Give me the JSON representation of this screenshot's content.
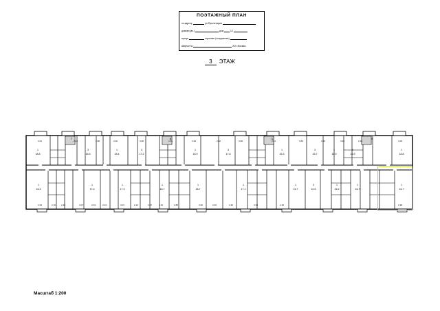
{
  "stamp": {
    "title": "ПОЭТАЖНЫЙ ПЛАН",
    "addr_label": "по адресу:",
    "addr_value": "ул.Пролетарии",
    "house_label": "домовл.(вл.)",
    "dom_label": "дом",
    "dom_value": "12",
    "korpus_label": "корпус",
    "stroenie_label": "строение (сооружение)",
    "kvartal_label": "квартал №",
    "org_label": "АО г.Москвы"
  },
  "floor": {
    "number": "3",
    "label": "ЭТАЖ"
  },
  "scale": "Масштаб 1:200",
  "plan": {
    "upper_rooms": [
      {
        "no": "1",
        "area": "18.8"
      },
      {
        "no": "3",
        "area": "15.5"
      },
      {
        "no": "1",
        "area": "18.4"
      },
      {
        "no": "3",
        "area": "17.2"
      },
      {
        "no": "1",
        "area": "16.9"
      },
      {
        "no": "3",
        "area": "17.8"
      },
      {
        "no": "1",
        "area": "16.3"
      },
      {
        "no": "3",
        "area": "16.7"
      },
      {
        "no": "1",
        "area": "16.9"
      },
      {
        "no": "1",
        "area": "16.9"
      },
      {
        "no": "1",
        "area": "18.8"
      }
    ],
    "lower_rooms": [
      {
        "no": "1",
        "area": "16.3"
      },
      {
        "no": "1",
        "area": "17.2"
      },
      {
        "no": "1",
        "area": "17.3"
      },
      {
        "no": "1",
        "area": "16.7"
      },
      {
        "no": "1",
        "area": "18.7"
      },
      {
        "no": "1",
        "area": "17.1"
      },
      {
        "no": "1",
        "area": "16.7"
      },
      {
        "no": "3",
        "area": "10.5"
      },
      {
        "no": "1",
        "area": "16.2"
      },
      {
        "no": "1",
        "area": "16.7"
      },
      {
        "no": "1",
        "area": "16.7"
      }
    ],
    "dims_top": [
      "3.01",
      "2.43",
      "2.88",
      "2.02",
      "3.86",
      "2.81",
      "3.94",
      "2.82",
      "3.89",
      "2.41",
      "3.84",
      "2.04",
      "3.95",
      "2.28",
      "3.00"
    ],
    "dims_bottom": [
      "3.03",
      "2.16",
      "2.40",
      "3.07",
      "2.34",
      "2.43",
      "3.07",
      "2.12",
      "3.07",
      "2.44",
      "2.85",
      "3.00",
      "2.40",
      "2.40",
      "3.93",
      "2.40",
      "2.98"
    ],
    "section_letters": [
      "Г",
      "В",
      "Б",
      "А"
    ]
  }
}
